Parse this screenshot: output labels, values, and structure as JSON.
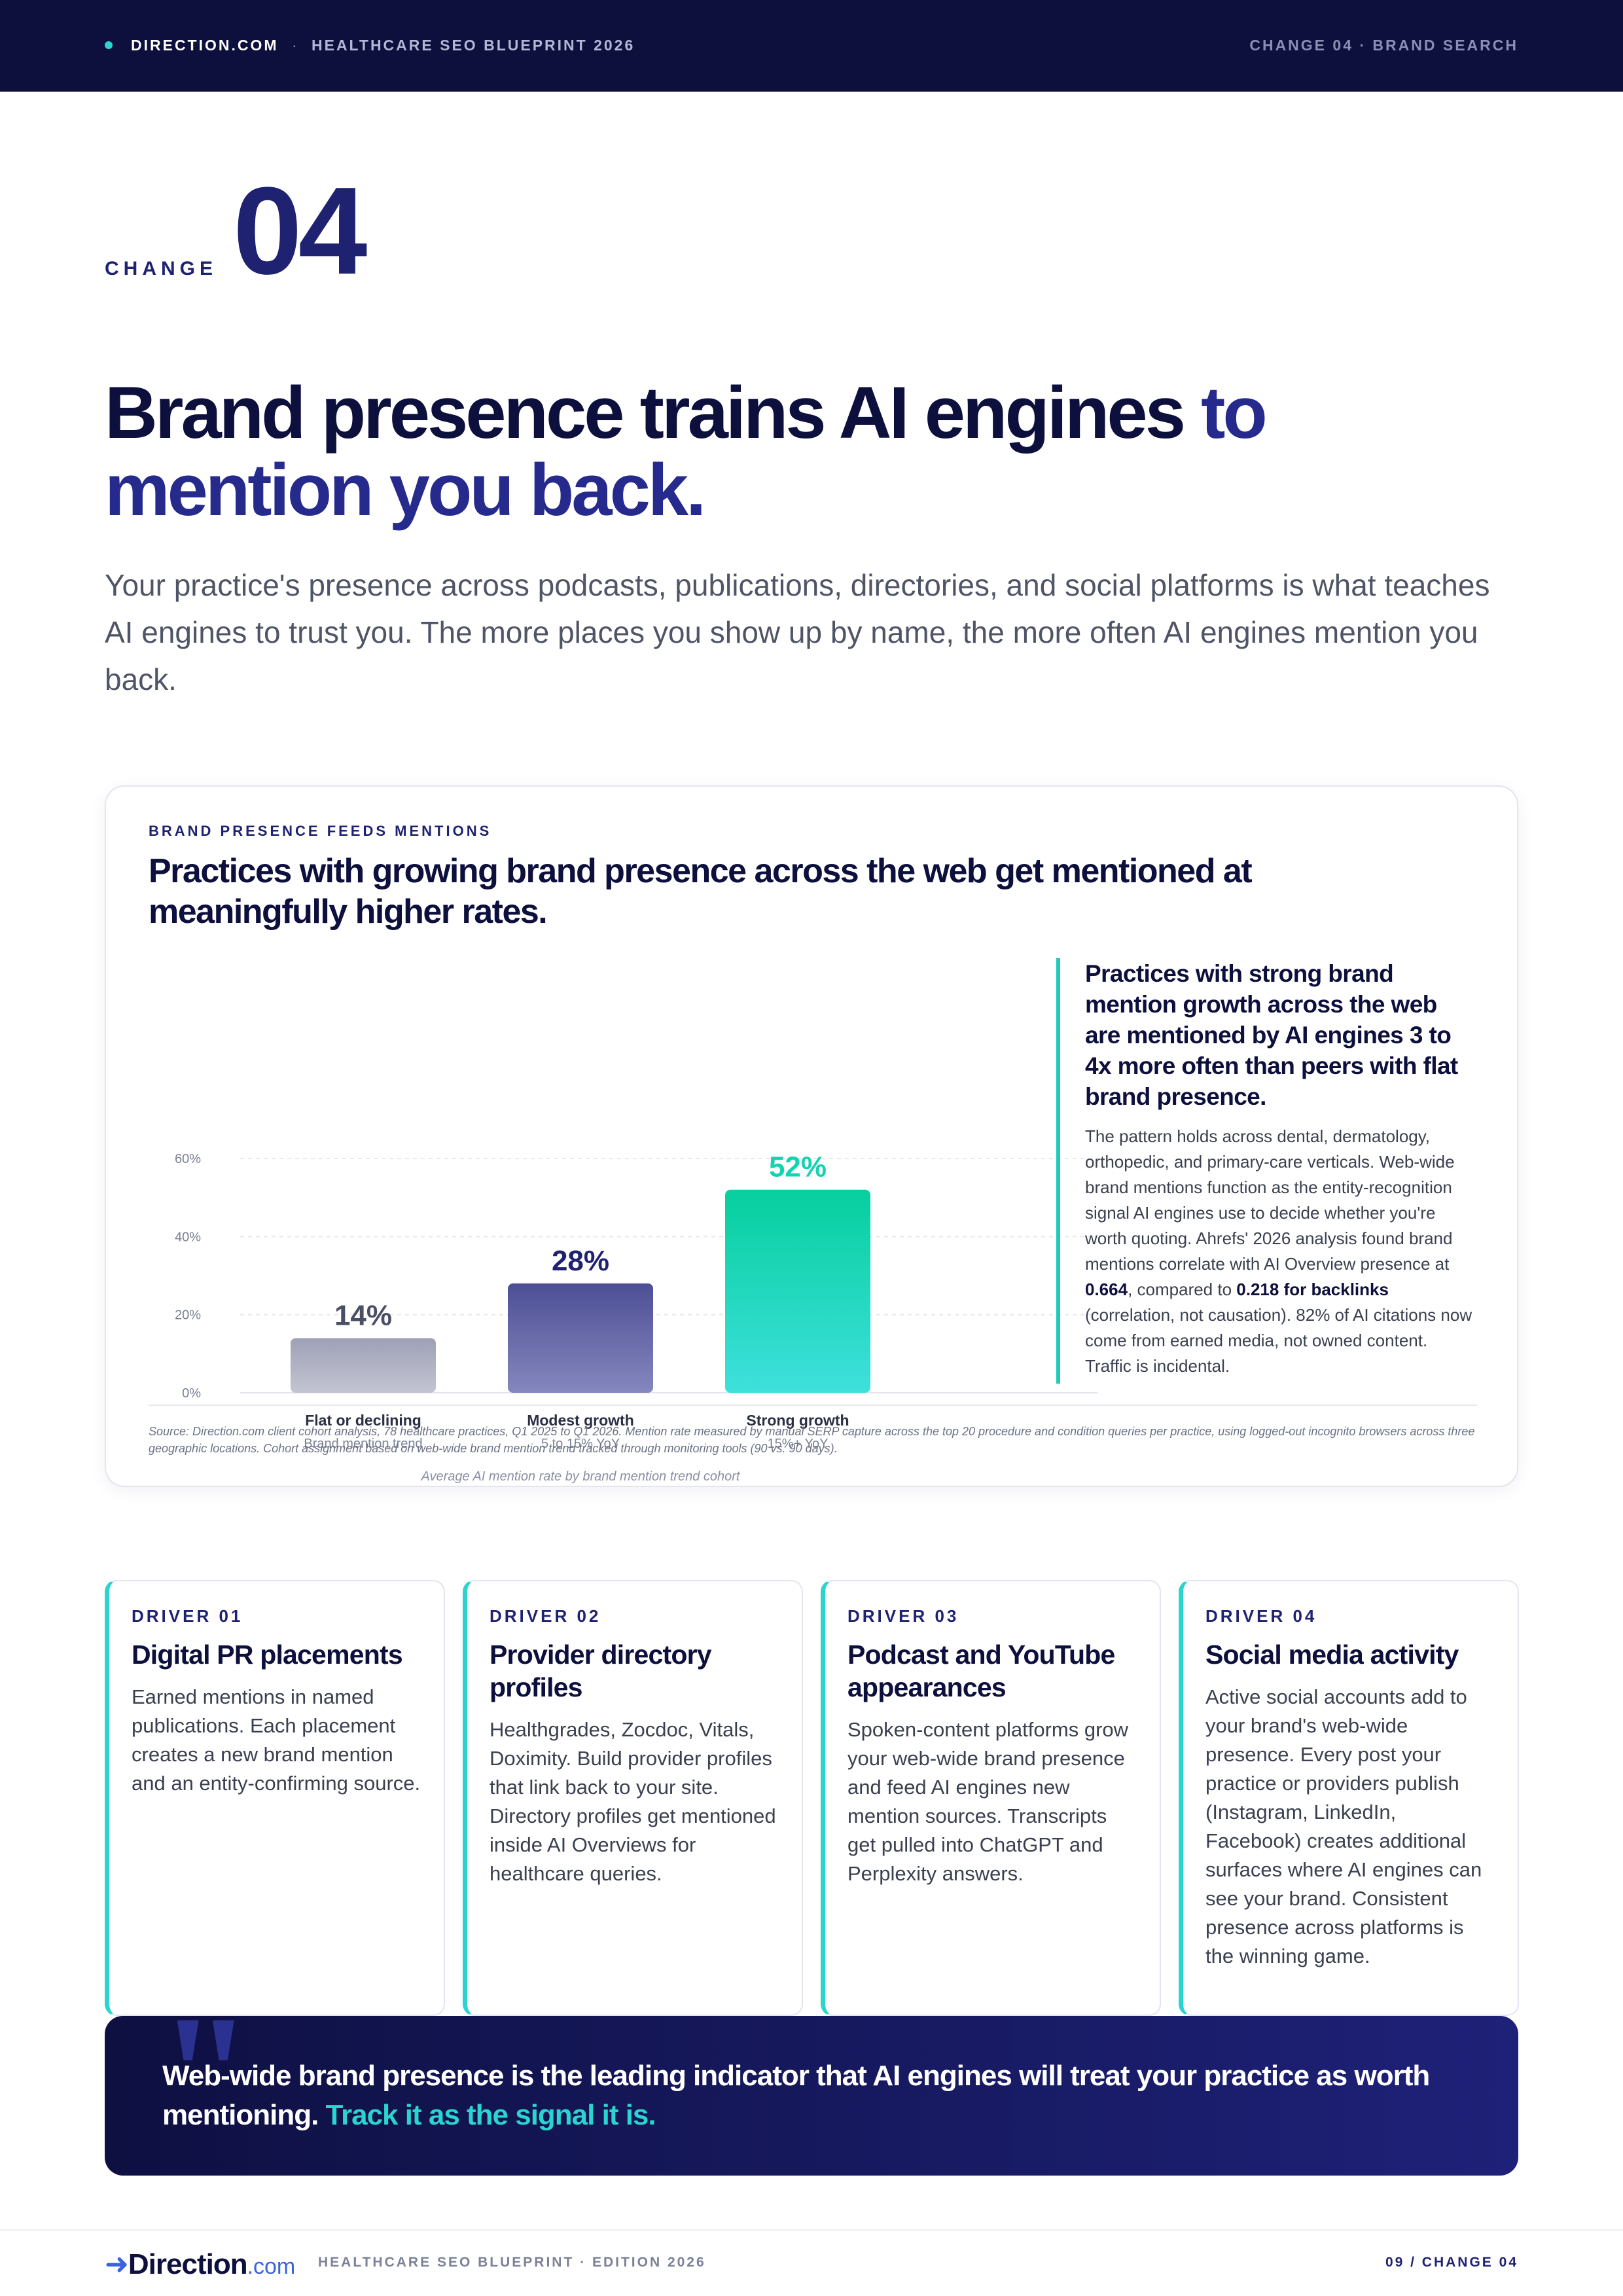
{
  "topbar": {
    "brand": "DIRECTION.COM",
    "separator": "·",
    "doc_title": "HEALTHCARE SEO BLUEPRINT 2026",
    "section": "CHANGE 04 · BRAND SEARCH"
  },
  "change": {
    "label": "CHANGE",
    "number": "04"
  },
  "headline": {
    "main": "Brand presence trains AI engines ",
    "accent": "to mention you back."
  },
  "intro": "Your practice's presence across podcasts, publications, directories, and social platforms is what teaches AI engines to trust you. The more places you show up by name, the more often AI engines mention you back.",
  "card": {
    "eyebrow": "BRAND PRESENCE FEEDS MENTIONS",
    "title": "Practices with growing brand presence across the web get mentioned at meaningfully higher rates.",
    "side_head": "Practices with strong brand mention growth across the web are mentioned by AI engines 3 to 4x more often than peers with flat brand presence.",
    "side_body_1": "The pattern holds across dental, dermatology, orthopedic, and primary-care verticals. Web-wide brand mentions function as the entity-recognition signal AI engines use to decide whether you're worth quoting. Ahrefs' 2026 analysis found brand mentions correlate with AI Overview presence at ",
    "side_body_b1": "0.664",
    "side_body_2": ", compared to ",
    "side_body_b2": "0.218 for backlinks",
    "side_body_3": " (correlation, not causation). 82% of AI citations now come from earned media, not owned content. Traffic is incidental.",
    "source": "Source: Direction.com client cohort analysis, 78 healthcare practices, Q1 2025 to Q1 2026. Mention rate measured by manual SERP capture across the top 20 procedure and condition queries per practice, using logged-out incognito browsers across three geographic locations. Cohort assignment based on web-wide brand mention trend tracked through monitoring tools (90 vs. 90 days)."
  },
  "chart_data": {
    "type": "bar",
    "categories": [
      "Flat or declining",
      "Modest growth",
      "Strong growth"
    ],
    "sublabels": [
      "Brand mention trend",
      "5 to 15% YoY",
      "15%+ YoY"
    ],
    "values": [
      14,
      28,
      52
    ],
    "value_labels": [
      "14%",
      "28%",
      "52%"
    ],
    "ylim": [
      0,
      60
    ],
    "yticks": [
      0,
      20,
      40,
      60
    ],
    "ytick_labels": [
      "0%",
      "20%",
      "40%",
      "60%"
    ],
    "caption": "Average AI mention rate by brand mention trend cohort",
    "grid": true,
    "colors": [
      "#a9abbe",
      "#5b5e9e",
      "#12d3b2"
    ]
  },
  "drivers": [
    {
      "label": "DRIVER 01",
      "title": "Digital PR placements",
      "body": "Earned mentions in named publications. Each placement creates a new brand mention and an entity-confirming source."
    },
    {
      "label": "DRIVER 02",
      "title": "Provider directory profiles",
      "body": "Healthgrades, Zocdoc, Vitals, Doximity. Build provider profiles that link back to your site. Directory profiles get mentioned inside AI Overviews for healthcare queries."
    },
    {
      "label": "DRIVER 03",
      "title": "Podcast and YouTube appearances",
      "body": "Spoken-content platforms grow your web-wide brand presence and feed AI engines new mention sources. Transcripts get pulled into ChatGPT and Perplexity answers."
    },
    {
      "label": "DRIVER 04",
      "title": "Social media activity",
      "body": "Active social accounts add to your brand's web-wide presence. Every post your practice or providers publish (Instagram, LinkedIn, Facebook) creates additional surfaces where AI engines can see your brand. Consistent presence across platforms is the winning game."
    }
  ],
  "quote": {
    "mark": "\"",
    "text": "Web-wide brand presence is the leading indicator that AI engines will treat your practice as worth mentioning. ",
    "highlight": "Track it as the signal it is."
  },
  "footer": {
    "logo_arrow": "➜",
    "logo_name": "Direction",
    "logo_tld": ".com",
    "doc": "HEALTHCARE SEO BLUEPRINT · EDITION 2026",
    "page": "09 / CHANGE 04"
  },
  "colors": {
    "navy": "#0d0f3d",
    "indigo": "#1f2270",
    "teal": "#2ad4cf"
  }
}
